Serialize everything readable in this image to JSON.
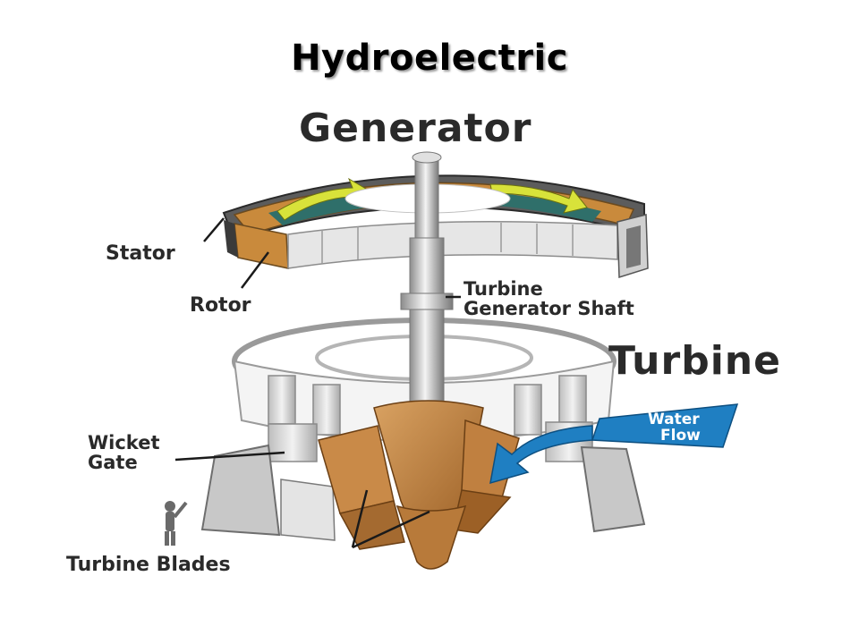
{
  "title": "Hydroelectric",
  "diagram": {
    "labels": {
      "generator": "Generator",
      "stator": "Stator",
      "rotor": "Rotor",
      "shaft_line1": "Turbine",
      "shaft_line2": "Generator Shaft",
      "turbine": "Turbine",
      "water_line1": "Water",
      "water_line2": "Flow",
      "wicket_line1": "Wicket",
      "wicket_line2": "Gate",
      "turbine_blades": "Turbine Blades"
    },
    "colors": {
      "rotor_orange": "#c98a3c",
      "rotor_green": "#2f6f6a",
      "arrow_yellow": "#d8e23a",
      "water_blue": "#1f7fc2",
      "blade_brown": "#b87a3a",
      "metal_gray": "#d9d9d9"
    }
  }
}
